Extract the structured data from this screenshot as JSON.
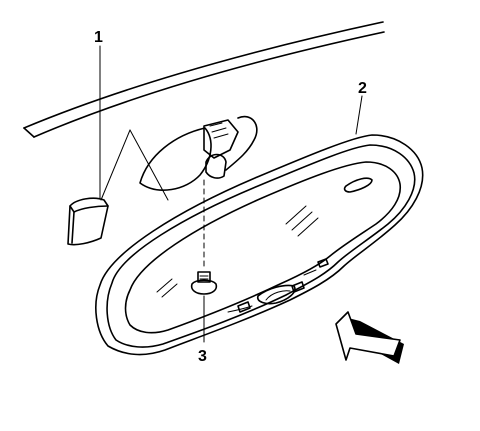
{
  "diagram": {
    "callouts": [
      {
        "id": "windshield-bracket",
        "label": "1"
      },
      {
        "id": "mirror-assembly",
        "label": "2"
      },
      {
        "id": "retaining-screw",
        "label": "3"
      }
    ],
    "view_arrow": "front-view"
  }
}
